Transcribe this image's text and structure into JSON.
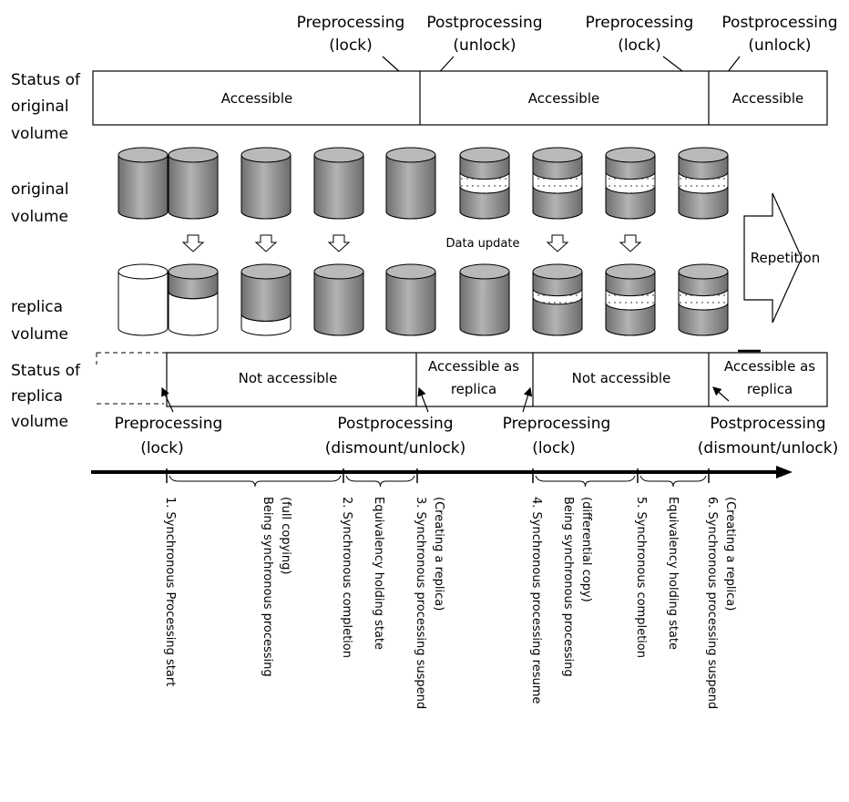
{
  "top_annotations": {
    "pre1_line1": "Preprocessing",
    "pre1_line2": "(lock)",
    "post1_line1": "Postprocessing",
    "post1_line2": "(unlock)",
    "pre2_line1": "Preprocessing",
    "pre2_line2": "(lock)",
    "post2_line1": "Postprocessing",
    "post2_line2": "(unlock)"
  },
  "row_labels": {
    "status_original": [
      "Status of",
      "original",
      "volume"
    ],
    "original_volume": [
      "original",
      "volume"
    ],
    "replica_volume": [
      "replica",
      "volume"
    ],
    "status_replica": [
      "Status of",
      "replica",
      "volume"
    ]
  },
  "original_status_segments": [
    "Accessible",
    "Accessible",
    "Accessible"
  ],
  "replica_status_segments": {
    "seg1": "Not accessible",
    "seg2_line1": "Accessible as",
    "seg2_line2": "replica",
    "seg3": "Not accessible",
    "seg4_line1": "Accessible as",
    "seg4_line2": "replica"
  },
  "data_update_label": "Data update",
  "repetition_label": "Repetition",
  "bottom_annotations": {
    "pre1_line1": "Preprocessing",
    "pre1_line2": "(lock)",
    "post1_line1": "Postprocessing",
    "post1_line2": "(dismount/unlock)",
    "pre2_line1": "Preprocessing",
    "pre2_line2": "(lock)",
    "post2_line1": "Postprocessing",
    "post2_line2": "(dismount/unlock)"
  },
  "timeline_events": [
    [
      "1. Synchronous Processing start"
    ],
    [
      "Being  synchronous  processing",
      "(full copying)"
    ],
    [
      "2. Synchronous completion"
    ],
    [
      "Equivalency holding state"
    ],
    [
      "3. Synchronous processing suspend",
      "(Creating a replica)"
    ],
    [
      "4. Synchronous processing resume"
    ],
    [
      "Being  synchronous  processing",
      "(differential copy)"
    ],
    [
      "5. Synchronous completion"
    ],
    [
      "Equivalency holding state"
    ],
    [
      "6. Synchronous processing suspend",
      "(Creating a replica)"
    ]
  ],
  "colors": {
    "disk_gray": "#8a8a8a",
    "disk_light": "#b8b8b8",
    "dots": "#555555",
    "line": "#000000"
  }
}
